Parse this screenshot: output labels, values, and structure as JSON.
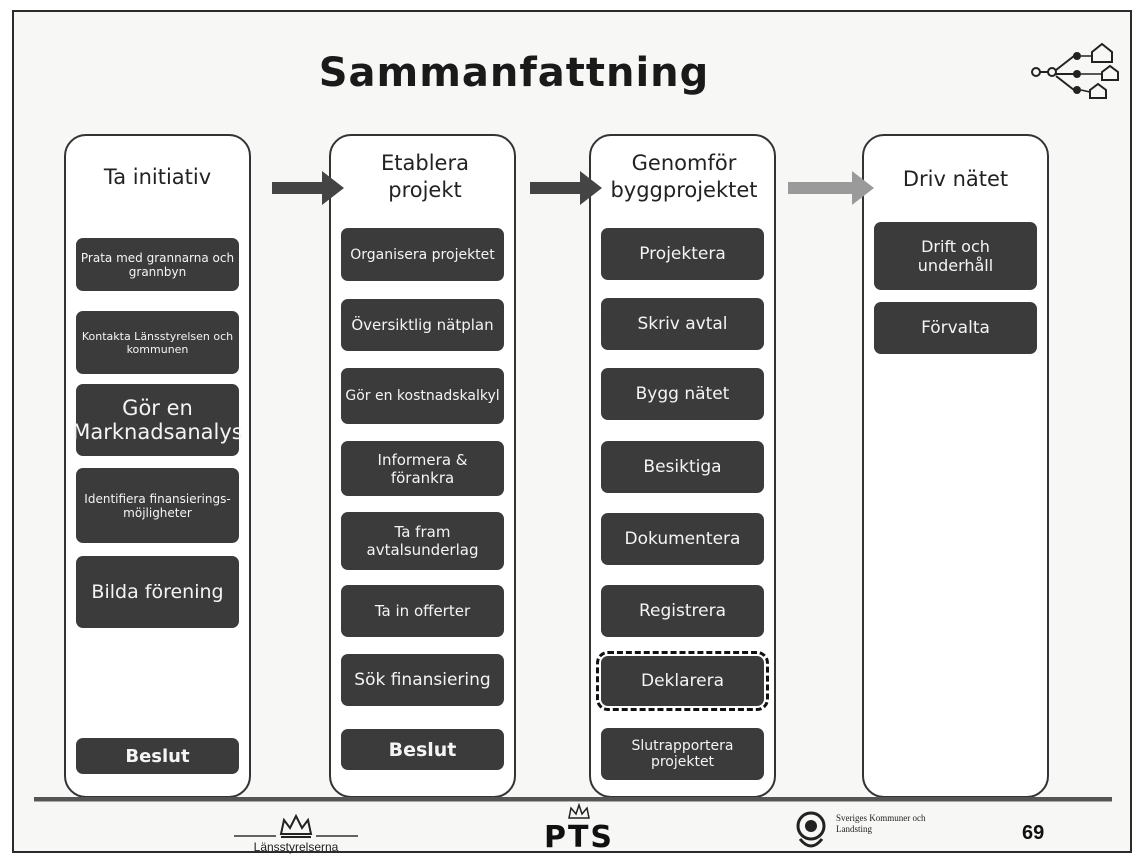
{
  "slide": {
    "title": "Sammanfattning",
    "page_number": "69"
  },
  "columns": [
    {
      "heading": "Ta initiativ",
      "steps": [
        "Prata med grannarna och grannbyn",
        "Kontakta Länsstyrelsen och kommunen",
        "Gör en Marknadsanalys",
        "Identifiera finansierings-möjligheter",
        "Bilda förening",
        "Beslut"
      ]
    },
    {
      "heading": "Etablera projekt",
      "steps": [
        "Organisera projektet",
        "Översiktlig nätplan",
        "Gör en kostnadskalkyl",
        "Informera & förankra",
        "Ta fram avtalsunderlag",
        "Ta in offerter",
        "Sök finansiering",
        "Beslut"
      ]
    },
    {
      "heading": "Genomför byggprojektet",
      "steps": [
        "Projektera",
        "Skriv avtal",
        "Bygg nätet",
        "Besiktiga",
        "Dokumentera",
        "Registrera",
        "Deklarera",
        "Slutrapportera projektet"
      ]
    },
    {
      "heading": "Driv nätet",
      "steps": [
        "Drift och underhåll",
        "Förvalta"
      ]
    }
  ],
  "footer": {
    "logo_lansstyrelserna": "Länsstyrelserna",
    "logo_pts": "PTS",
    "logo_skl": "Sveriges Kommuner och Landsting"
  },
  "icons": {
    "network": "network-houses-icon",
    "crown": "crown-icon",
    "skl_emblem": "skl-emblem-icon"
  },
  "colors": {
    "box_fill": "#3b3b3b",
    "box_text": "#f4f4f4",
    "arrow": "#444444",
    "arrow_faded": "#9a9a9a"
  }
}
